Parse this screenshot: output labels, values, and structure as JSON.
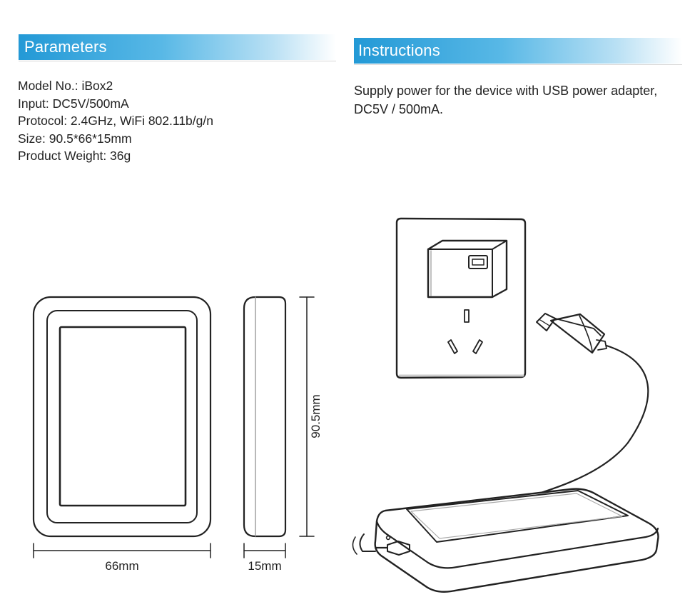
{
  "parameters": {
    "title": "Parameters",
    "items": [
      "Model No.: iBox2",
      "Input: DC5V/500mA",
      "Protocol: 2.4GHz, WiFi 802.11b/g/n",
      "Size: 90.5*66*15mm",
      "Product Weight: 36g"
    ]
  },
  "instructions": {
    "title": "Instructions",
    "text": "Supply power for the device with USB power adapter, DC5V / 500mA."
  },
  "dimensions": {
    "width": "66mm",
    "depth": "15mm",
    "height": "90.5mm"
  },
  "colors": {
    "header_blue": "#2399d6",
    "line_art": "#222222"
  }
}
